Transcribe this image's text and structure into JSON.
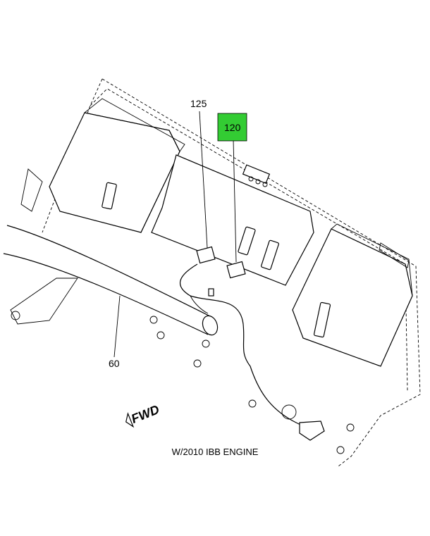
{
  "callouts": [
    {
      "label": "125",
      "highlighted": false
    },
    {
      "label": "120",
      "highlighted": true,
      "highlight_color": "#33cc33"
    },
    {
      "label": "60",
      "highlighted": false
    }
  ],
  "direction_marker": "FWD",
  "caption": "W/2010 IBB ENGINE"
}
